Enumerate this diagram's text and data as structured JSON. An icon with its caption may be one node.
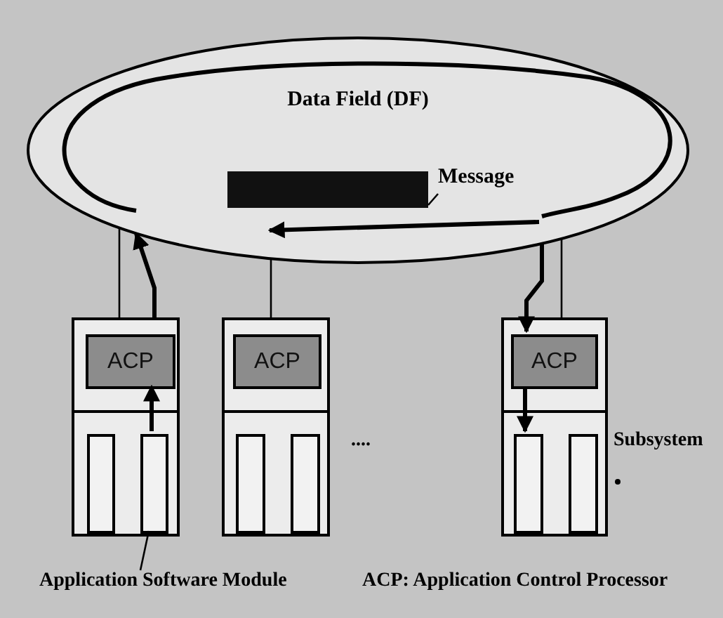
{
  "diagram": {
    "nodes": [
      {
        "text": [
          "Data Field (DF)"
        ]
      },
      {
        "text": [],
        "shape": "bar",
        "in": 0
      },
      {
        "text": [
          "Message"
        ],
        "in": 0
      },
      {
        "text": [],
        "shape": "box"
      },
      {
        "text": [
          "ACP"
        ],
        "in": 3
      },
      {
        "text": [],
        "shape": "box",
        "in": 3
      },
      {
        "text": [],
        "shape": "box",
        "in": 3
      },
      {
        "text": [],
        "shape": "box"
      },
      {
        "text": [
          "ACP"
        ],
        "in": 7
      },
      {
        "text": [],
        "shape": "box",
        "in": 7
      },
      {
        "text": [],
        "shape": "box",
        "in": 7
      },
      {
        "text": [],
        "shape": "box",
        "beside": [
          "Subsystem"
        ]
      },
      {
        "text": [
          "ACP"
        ],
        "in": 11
      },
      {
        "text": [],
        "shape": "box",
        "in": 11
      },
      {
        "text": [],
        "shape": "box",
        "in": 11
      },
      {
        "text": [
          "Application Software Module"
        ]
      }
    ],
    "edges": [
      {
        "from": 3,
        "to": 0,
        "arrow": "none"
      },
      {
        "from": 3,
        "to": 0,
        "arrow": "to",
        "style": "thick"
      },
      {
        "from": 7,
        "to": 0,
        "arrow": "none"
      },
      {
        "from": 0,
        "to": 12,
        "arrow": "to",
        "style": "thick"
      },
      {
        "from": 11,
        "to": 0,
        "arrow": "none"
      },
      {
        "from": 6,
        "to": 4,
        "arrow": "to",
        "style": "thick"
      },
      {
        "from": 12,
        "to": 13,
        "arrow": "to",
        "style": "thick"
      },
      {
        "from": 2,
        "to": 1,
        "arrow": "none"
      },
      {
        "from": 15,
        "to": 6,
        "arrow": "none"
      }
    ],
    "labels": [
      "....",
      "ACP: Application Control Processor"
    ]
  }
}
